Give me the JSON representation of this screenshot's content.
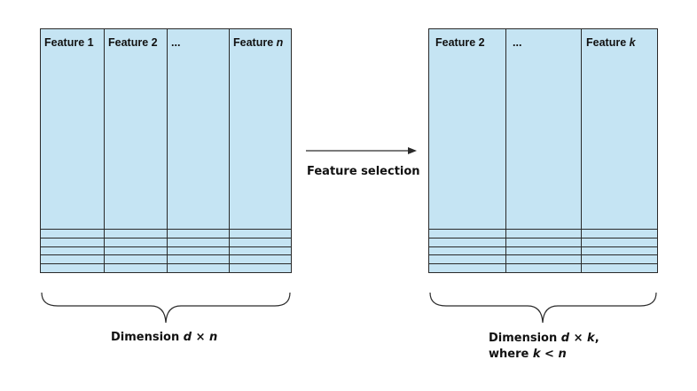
{
  "left_table": {
    "headers": [
      "Feature 1",
      "Feature 2",
      "...",
      "Feature "
    ],
    "last_header_var": "n",
    "body_rows": 5
  },
  "right_table": {
    "headers": [
      "Feature 2",
      "...",
      "Feature "
    ],
    "last_header_var": "k",
    "body_rows": 5
  },
  "arrow_label": "Feature selection",
  "left_caption": {
    "prefix": "Dimension ",
    "var1": "d",
    "op": " × ",
    "var2": "n"
  },
  "right_caption": {
    "prefix": "Dimension ",
    "var1": "d",
    "op": " × ",
    "var2": "k",
    "suffix": ",",
    "line2_prefix": "where ",
    "line2_var1": "k",
    "line2_op": " < ",
    "line2_var2": "n"
  },
  "colors": {
    "cell_fill": "#c5e4f3",
    "line": "#2a2a2a"
  }
}
